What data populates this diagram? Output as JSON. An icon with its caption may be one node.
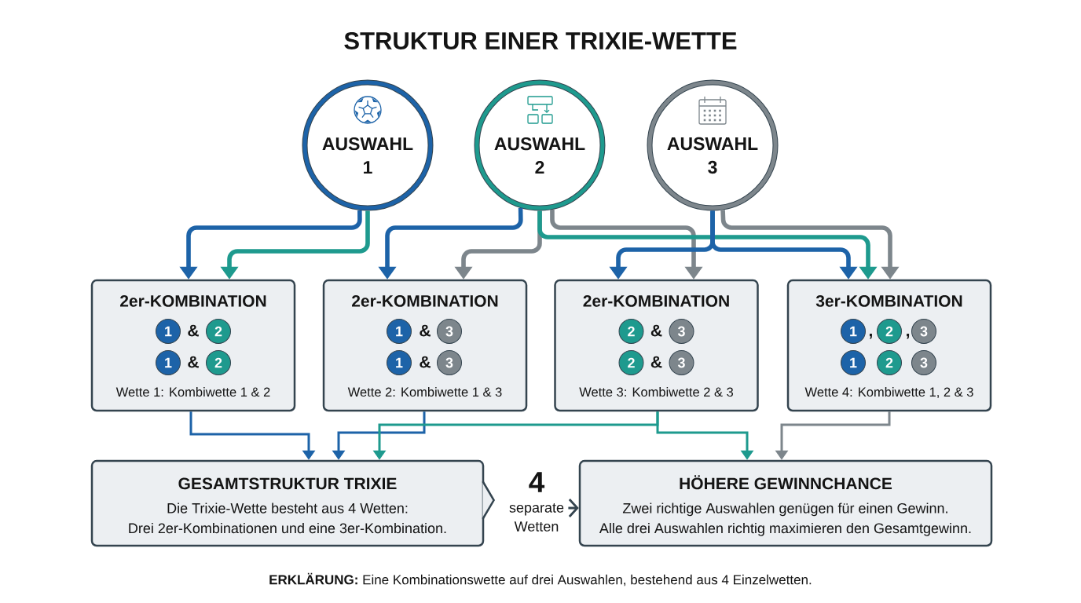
{
  "diagram": {
    "title": "STRUKTUR EINER TRIXIE-WETTE",
    "caption": "**ERKLÄRUNG:** Eine Kombinationswette auf drei Auswahlen, bestehend aus 4 Einzelwetten.",
    "nodes": [
      {
        "text": [
          "AUSWAHL 1"
        ]
      },
      {
        "text": [
          "AUSWAHL 2"
        ]
      },
      {
        "text": [
          "AUSWAHL 3"
        ]
      },
      {
        "text": [
          "2er-KOMBINATION",
          "&",
          "&",
          "Wette 1: Kombiwette 1 & 2"
        ]
      },
      {
        "text": [
          "1"
        ],
        "in": 3
      },
      {
        "text": [
          "2"
        ],
        "in": 3
      },
      {
        "text": [
          "1"
        ],
        "in": 3
      },
      {
        "text": [
          "2"
        ],
        "in": 3
      },
      {
        "text": [
          "2er-KOMBINATION",
          "&",
          "&",
          "Wette 2: Kombiwette 1 & 3"
        ]
      },
      {
        "text": [
          "1"
        ],
        "in": 8
      },
      {
        "text": [
          "3"
        ],
        "in": 8
      },
      {
        "text": [
          "1"
        ],
        "in": 8
      },
      {
        "text": [
          "3"
        ],
        "in": 8
      },
      {
        "text": [
          "2er-KOMBINATION",
          "&",
          "&",
          "Wette 3: Kombiwette 2 & 3"
        ]
      },
      {
        "text": [
          "2"
        ],
        "in": 13
      },
      {
        "text": [
          "3"
        ],
        "in": 13
      },
      {
        "text": [
          "2"
        ],
        "in": 13
      },
      {
        "text": [
          "3"
        ],
        "in": 13
      },
      {
        "text": [
          "3er-KOMBINATION",
          ",",
          ",",
          "Wette 4: Kombiwette 1, 2 & 3"
        ]
      },
      {
        "text": [
          "1"
        ],
        "in": 18
      },
      {
        "text": [
          "2"
        ],
        "in": 18
      },
      {
        "text": [
          "3"
        ],
        "in": 18
      },
      {
        "text": [
          "1"
        ],
        "in": 18
      },
      {
        "text": [
          "2"
        ],
        "in": 18
      },
      {
        "text": [
          "3"
        ],
        "in": 18
      },
      {
        "text": [
          "GESAMTSTRUKTUR TRIXIE",
          "Die Trixie-Wette besteht aus 4 Wetten:",
          "Drei 2er-Kombinationen und eine 3er-Kombination."
        ]
      },
      {
        "text": [
          "4",
          "separate Wetten"
        ]
      },
      {
        "text": [
          "HÖHERE GEWINNCHANCE",
          "Zwei richtige Auswahlen genügen für einen Gewinn.",
          "Alle drei Auswahlen richtig maximieren den Gesamtgewinn."
        ]
      }
    ],
    "edges": [
      {
        "from": 0,
        "to": 3,
        "arrow": "to"
      },
      {
        "from": 0,
        "to": 3,
        "arrow": "to",
        "color": "#1e9a8e"
      },
      {
        "from": 1,
        "to": 8,
        "arrow": "to"
      },
      {
        "from": 1,
        "to": 8,
        "arrow": "to",
        "color": "#7d868c"
      },
      {
        "from": 1,
        "to": 13,
        "arrow": "to",
        "color": "#7d868c"
      },
      {
        "from": 1,
        "to": 18,
        "arrow": "to",
        "color": "#1e9a8e"
      },
      {
        "from": 2,
        "to": 13,
        "arrow": "to"
      },
      {
        "from": 2,
        "to": 18,
        "arrow": "to"
      },
      {
        "from": 2,
        "to": 18,
        "arrow": "to",
        "color": "#7d868c"
      },
      {
        "from": 3,
        "to": 25,
        "arrow": "to"
      },
      {
        "from": 8,
        "to": 25,
        "arrow": "to"
      },
      {
        "from": 13,
        "to": 25,
        "arrow": "to",
        "color": "#1e9a8e"
      },
      {
        "from": 13,
        "to": 27,
        "arrow": "to",
        "color": "#1e9a8e"
      },
      {
        "from": 18,
        "to": 27,
        "arrow": "to",
        "color": "#7d868c"
      },
      {
        "from": 25,
        "to": 26,
        "arrow": "to",
        "color": "#34444f"
      },
      {
        "from": 26,
        "to": 27,
        "arrow": "to",
        "color": "#34444f"
      }
    ]
  }
}
